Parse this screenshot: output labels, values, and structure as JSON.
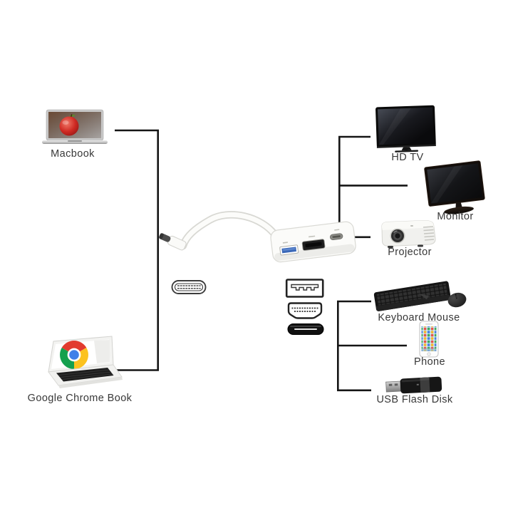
{
  "diagram": {
    "background": "#ffffff",
    "line_color": "#151515",
    "label_color": "#383838",
    "input_devices": [
      {
        "id": "macbook",
        "label": "Macbook"
      },
      {
        "id": "chromebook",
        "label": "Google Chrome Book"
      }
    ],
    "adapter": {
      "id": "usb-c-multiport-adapter",
      "connector_icons": [
        "usb-c-connector",
        "usb-a-port",
        "hdmi-port",
        "usb-c-plug"
      ]
    },
    "output_devices": [
      {
        "id": "hdtv",
        "label": "HD TV"
      },
      {
        "id": "monitor",
        "label": "Monitor"
      },
      {
        "id": "projector",
        "label": "Projector"
      },
      {
        "id": "keyboard-mouse",
        "label": "Keyboard Mouse"
      },
      {
        "id": "phone",
        "label": "Phone"
      },
      {
        "id": "usb-flash-disk",
        "label": "USB Flash Disk"
      }
    ]
  }
}
